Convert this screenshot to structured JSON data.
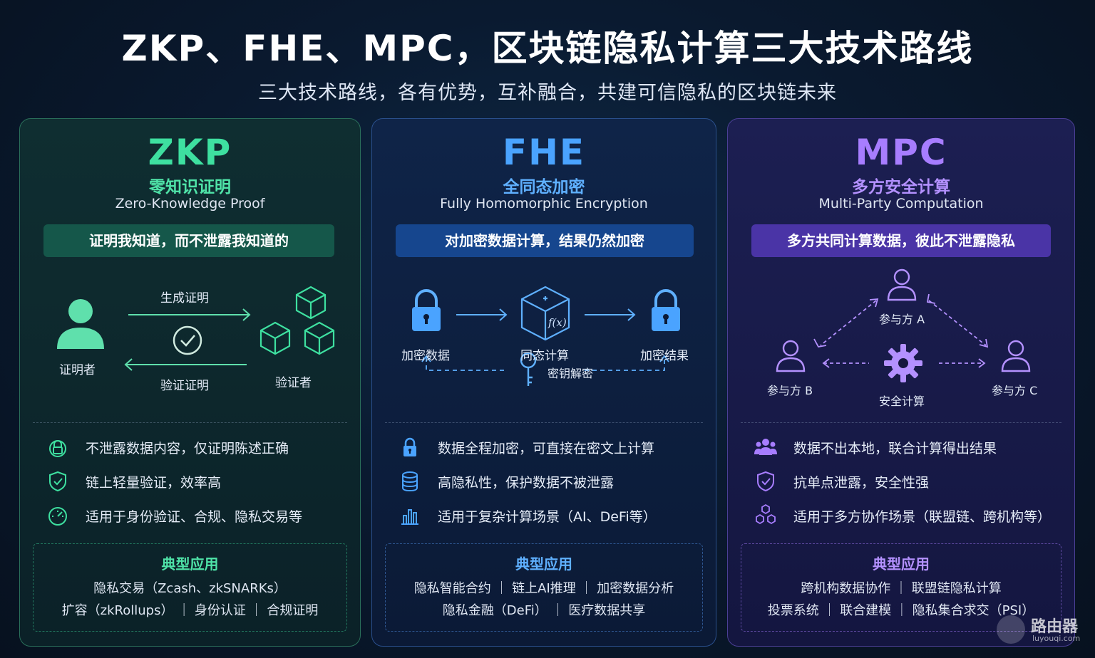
{
  "title": "ZKP、FHE、MPC，区块链隐私计算三大技术路线",
  "subtitle": "三大技术路线，各有优势，互补融合，共建可信隐私的区块链未来",
  "colors": {
    "zkp": "#3ee0a0",
    "fhe": "#4aa3ff",
    "mpc": "#a77dff"
  },
  "zkp": {
    "abbr": "ZKP",
    "name_cn": "零知识证明",
    "name_en": "Zero-Knowledge Proof",
    "tagline": "证明我知道，而不泄露我知道的",
    "diagram": {
      "prover": "证明者",
      "verifier": "验证者",
      "generate": "生成证明",
      "verify": "验证证明"
    },
    "features": [
      {
        "icon": "lock-icon",
        "text": "不泄露数据内容，仅证明陈述正确"
      },
      {
        "icon": "shield-icon",
        "text": "链上轻量验证，效率高"
      },
      {
        "icon": "speedometer-icon",
        "text": "适用于身份验证、合规、隐私交易等"
      }
    ],
    "apps_title": "典型应用",
    "apps": [
      "隐私交易（Zcash、zkSNARKs）",
      "扩容（zkRollups） ｜ 身份认证 ｜ 合规证明"
    ]
  },
  "fhe": {
    "abbr": "FHE",
    "name_cn": "全同态加密",
    "name_en": "Fully Homomorphic Encryption",
    "tagline": "对加密数据计算，结果仍然加密",
    "diagram": {
      "encrypted_data": "加密数据",
      "homomorphic": "同态计算",
      "encrypted_result": "加密结果",
      "key_decrypt": "密钥解密",
      "fx": "f(x)"
    },
    "features": [
      {
        "icon": "lock-icon",
        "text": "数据全程加密，可直接在密文上计算"
      },
      {
        "icon": "database-icon",
        "text": "高隐私性，保护数据不被泄露"
      },
      {
        "icon": "bar-chart-icon",
        "text": "适用于复杂计算场景（AI、DeFi等）"
      }
    ],
    "apps_title": "典型应用",
    "apps": [
      "隐私智能合约 ｜ 链上AI推理 ｜ 加密数据分析",
      "隐私金融（DeFi） ｜ 医疗数据共享"
    ]
  },
  "mpc": {
    "abbr": "MPC",
    "name_cn": "多方安全计算",
    "name_en": "Multi-Party Computation",
    "tagline": "多方共同计算数据，彼此不泄露隐私",
    "diagram": {
      "party_a": "参与方 A",
      "party_b": "参与方 B",
      "party_c": "参与方 C",
      "secure_compute": "安全计算"
    },
    "features": [
      {
        "icon": "users-icon",
        "text": "数据不出本地，联合计算得出结果"
      },
      {
        "icon": "shield-icon",
        "text": "抗单点泄露，安全性强"
      },
      {
        "icon": "cubes-icon",
        "text": "适用于多方协作场景（联盟链、跨机构等）"
      }
    ],
    "apps_title": "典型应用",
    "apps": [
      "跨机构数据协作 ｜ 联盟链隐私计算",
      "投票系统 ｜ 联合建模 ｜ 隐私集合求交（PSI）"
    ]
  },
  "watermark": {
    "text": "路由器",
    "url": "luyouqi.com"
  }
}
